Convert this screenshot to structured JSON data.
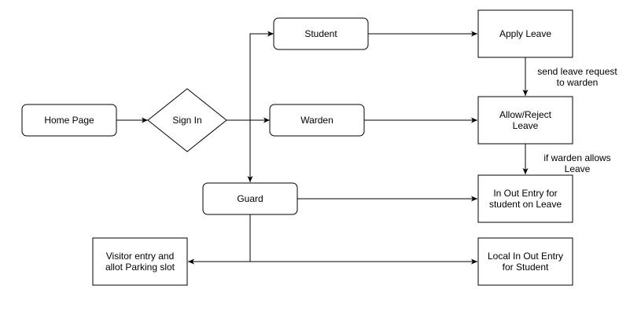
{
  "diagram": {
    "nodes": {
      "home_page": [
        "Home Page"
      ],
      "sign_in": [
        "Sign In"
      ],
      "student": [
        "Student"
      ],
      "warden": [
        "Warden"
      ],
      "guard": [
        "Guard"
      ],
      "apply_leave": [
        "Apply Leave"
      ],
      "allow_reject_leave": [
        "Allow/Reject",
        "Leave"
      ],
      "in_out_entry_leave": [
        "In Out Entry for",
        "student on Leave"
      ],
      "visitor_entry": [
        "Visitor entry and",
        "allot Parking slot"
      ],
      "local_in_out_entry": [
        "Local In Out Entry",
        "for Student"
      ]
    },
    "edge_labels": {
      "send_leave_request": [
        "send leave request",
        "to warden"
      ],
      "if_warden_allows": [
        "if warden allows",
        "Leave"
      ]
    }
  }
}
